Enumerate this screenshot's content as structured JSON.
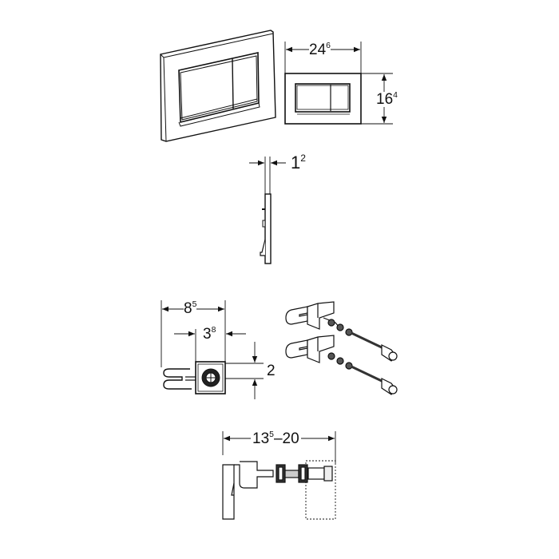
{
  "diagram": {
    "title": "Flush plate dimension drawing",
    "colors": {
      "line": "#111111",
      "background": "#ffffff"
    },
    "dimensions": {
      "plate_width": {
        "main": "24",
        "sup": "6",
        "unit_hint": "cm"
      },
      "plate_height": {
        "main": "16",
        "sup": "4"
      },
      "plate_thickness": {
        "main": "1",
        "sup": "2"
      },
      "bracket_width_total": {
        "main": "8",
        "sup": "5"
      },
      "bracket_width_inner": {
        "main": "3",
        "sup": "8"
      },
      "bracket_height": {
        "main": "2",
        "sup": ""
      },
      "install_depth": {
        "main": "13",
        "sup": "5",
        "suffix": "–20"
      }
    },
    "views": [
      {
        "name": "perspective-plate",
        "description": "Flush plate in perspective with dual buttons"
      },
      {
        "name": "front-plate",
        "description": "Front view of flush plate with dimensions"
      },
      {
        "name": "side-plate",
        "description": "Side profile showing plate thickness"
      },
      {
        "name": "bracket-front",
        "description": "Mounting bracket front view"
      },
      {
        "name": "brackets-perspective",
        "description": "Two mounting brackets with threaded rods"
      },
      {
        "name": "bracket-side",
        "description": "Installed bracket side view with adjustable rod"
      }
    ]
  }
}
